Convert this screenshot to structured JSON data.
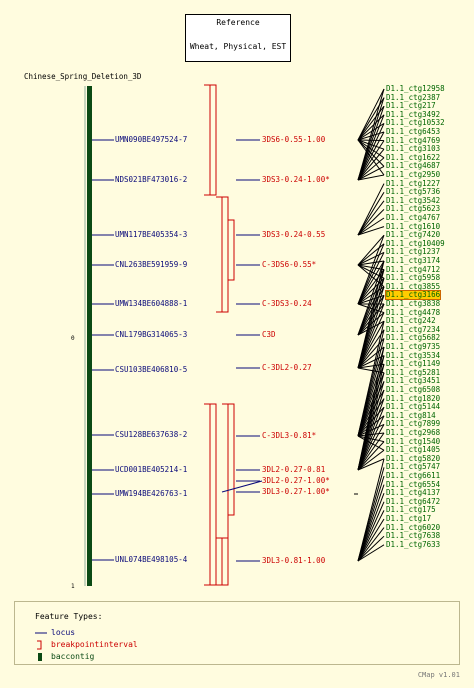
{
  "reference": {
    "line1": "Reference",
    "line2": "Wheat, Physical, EST"
  },
  "map_title": "Chinese_Spring_Deletion_3D",
  "scale": {
    "top": "0",
    "bottom": "1"
  },
  "loci": [
    "UMN090BE497524-7",
    "NDS021BF473016-2",
    "UMN117BE405354-3",
    "CNL263BE591959-9",
    "UMW134BE604888-1",
    "CNL179BG314065-3",
    "CSU103BE406810-5",
    "CSU128BE637638-2",
    "UCD001BE405214-1",
    "UMW194BE426763-1",
    "UNL074BE498105-4"
  ],
  "bins": [
    "3DS6-0.55-1.00",
    "3DS3-0.24-1.00*",
    "3DS3-0.24-0.55",
    "C-3DS6-0.55*",
    "C-3DS3-0.24",
    "C3D",
    "C-3DL2-0.27",
    "C-3DL3-0.81*",
    "3DL2-0.27-0.81",
    "3DL2-0.27-1.00*",
    "3DL3-0.27-1.00*",
    "3DL3-0.81-1.00"
  ],
  "contigs": [
    "D1.1_ctg12958",
    "D1.1_ctg2387",
    "D1.1_ctg217",
    "D1.1_ctg3492",
    "D1.1_ctg10532",
    "D1.1_ctg6453",
    "D1.1_ctg4769",
    "D1.1_ctg3103",
    "D1.1_ctg1622",
    "D1.1_ctg4687",
    "D1.1_ctg2950",
    "D1.1_ctg1227",
    "D1.1_ctg5736",
    "D1.1_ctg3542",
    "D1.1_ctg5623",
    "D1.1_ctg4767",
    "D1.1_ctg1610",
    "D1.1_ctg7420",
    "D1.1_ctg10409",
    "D1.1_ctg1237",
    "D1.1_ctg3174",
    "D1.1_ctg4712",
    "D1.1_ctg5958",
    "D1.1_ctg3855",
    "D1.1_ctg3166",
    "D1.1_ctg3838",
    "D1.1_ctg4478",
    "D1.1_ctg242",
    "D1.1_ctg7234",
    "D1.1_ctg5682",
    "D1.1_ctg9735",
    "D1.1_ctg3534",
    "D1.1_ctg1149",
    "D1.1_ctg5281",
    "D1.1_ctg3451",
    "D1.1_ctg6508",
    "D1.1_ctg1820",
    "D1.1_ctg5144",
    "D1.1_ctg814",
    "D1.1_ctg7899",
    "D1.1_ctg2968",
    "D1.1_ctg1540",
    "D1.1_ctg1405",
    "D1.1_ctg5820",
    "D1.1_ctg5747",
    "D1.1_ctg6611",
    "D1.1_ctg6554",
    "D1.1_ctg4137",
    "D1.1_ctg6472",
    "D1.1_ctg175",
    "D1.1_ctg17",
    "D1.1_ctg6020",
    "D1.1_ctg7638",
    "D1.1_ctg7633"
  ],
  "highlighted_contig": "D1.1_ctg3166",
  "legend": {
    "title": "Feature Types:",
    "items": [
      {
        "label": "locus",
        "icon": "line-icon",
        "color": "#0a0a7a"
      },
      {
        "label": "breakpointinterval",
        "icon": "bracket-icon",
        "color": "#cc0000"
      },
      {
        "label": "baccontig",
        "icon": "bar-icon",
        "color": "#0b4a14"
      }
    ]
  },
  "version": "CMap v1.01",
  "colors": {
    "background": "#fffcdf",
    "locus": "#0a0a7a",
    "bin": "#cc0000",
    "contig": "#006600",
    "highlight": "#ffcc00",
    "bar": "#0b4a14"
  }
}
